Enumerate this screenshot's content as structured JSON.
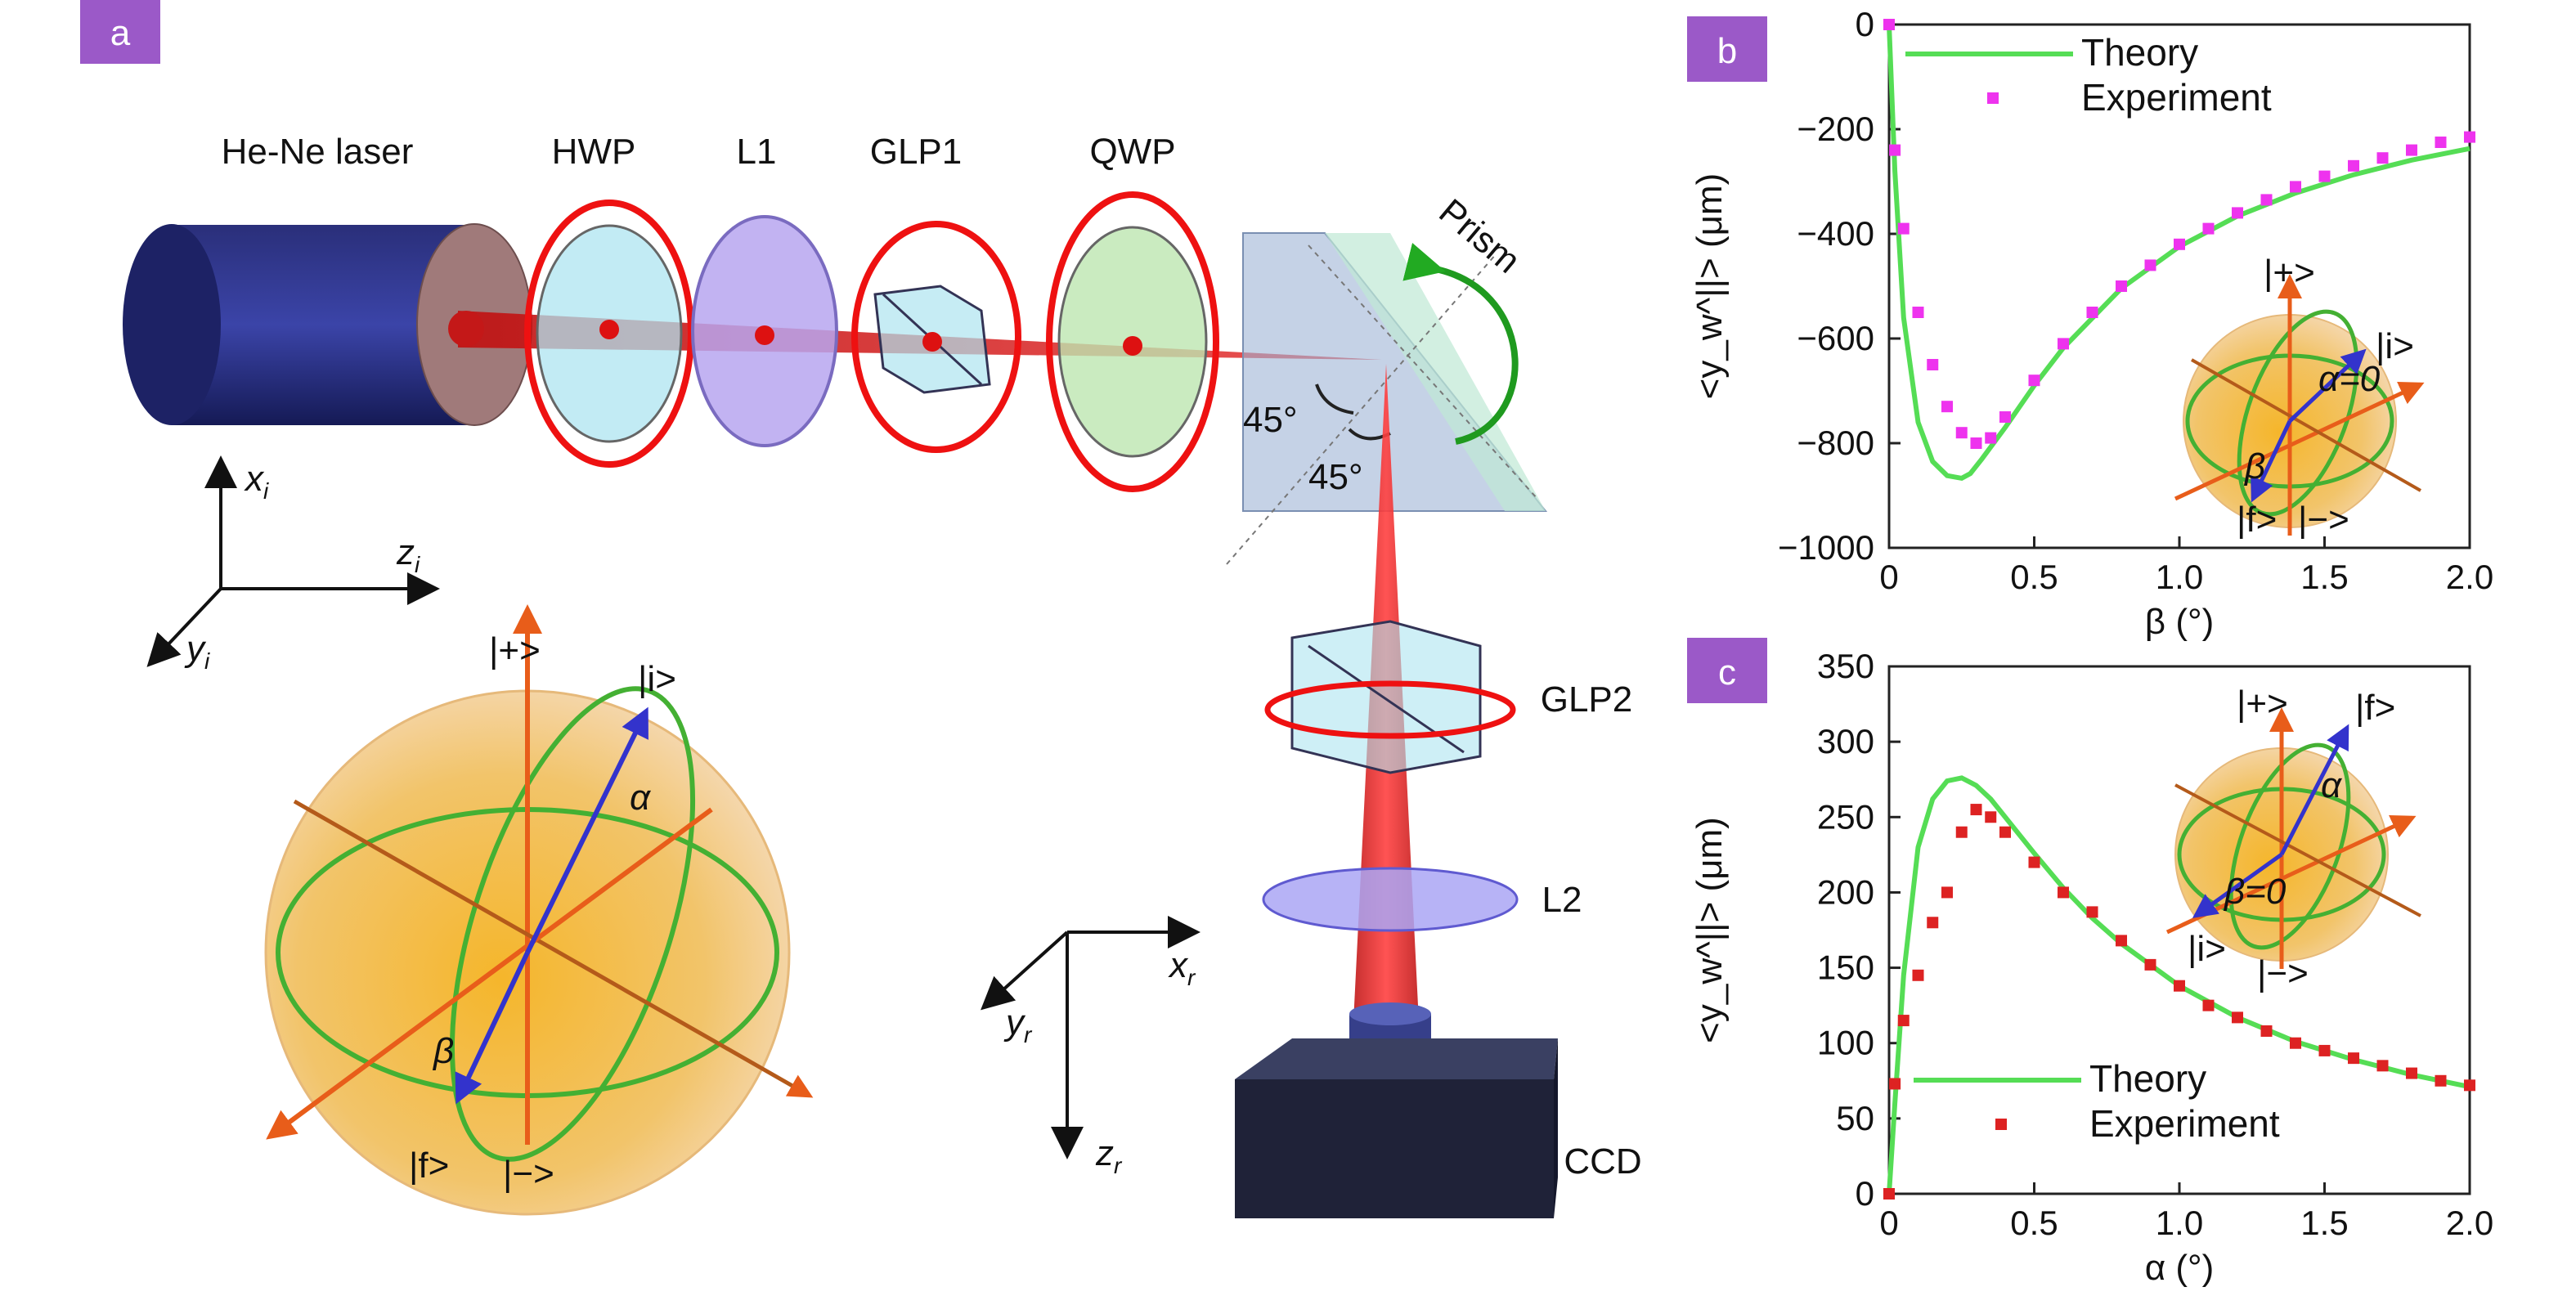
{
  "panel_a": {
    "badge": "a",
    "components": {
      "laser": "He-Ne laser",
      "hwp": "HWP",
      "l1": "L1",
      "glp1": "GLP1",
      "qwp": "QWP",
      "prism": "Prism",
      "glp2": "GLP2",
      "l2": "L2",
      "ccd": "CCD"
    },
    "angles": {
      "a1": "45°",
      "a2": "45°"
    },
    "incident_axes": {
      "x": "x",
      "x_sub": "i",
      "y": "y",
      "y_sub": "i",
      "z": "z",
      "z_sub": "i"
    },
    "reflected_axes": {
      "x": "x",
      "x_sub": "r",
      "y": "y",
      "y_sub": "r",
      "z": "z",
      "z_sub": "r"
    },
    "sphere": {
      "plus": "|+>",
      "minus": "|−>",
      "i": "|i>",
      "f": "|f>",
      "alpha": "α",
      "beta": "β"
    }
  },
  "chart_data": [
    {
      "id": "b",
      "type": "line",
      "badge": "b",
      "xlabel": "β (°)",
      "ylabel": "<y_w^||> (μm)",
      "xlim": [
        0,
        2.0
      ],
      "ylim": [
        -1000,
        0
      ],
      "xticks": [
        "0",
        "0.5",
        "1.0",
        "1.5",
        "2.0"
      ],
      "yticks": [
        "0",
        "−200",
        "−400",
        "−600",
        "−800",
        "−1000"
      ],
      "legend": [
        "Theory",
        "Experiment"
      ],
      "legend_position": "top-right",
      "series": [
        {
          "name": "Theory",
          "style": "line",
          "color": "#55dd55",
          "x": [
            0.0,
            0.02,
            0.05,
            0.1,
            0.15,
            0.2,
            0.25,
            0.28,
            0.32,
            0.4,
            0.5,
            0.6,
            0.8,
            1.0,
            1.2,
            1.4,
            1.6,
            1.8,
            2.0
          ],
          "y": [
            0,
            -280,
            -560,
            -760,
            -835,
            -862,
            -867,
            -858,
            -830,
            -770,
            -690,
            -618,
            -504,
            -424,
            -366,
            -322,
            -287,
            -259,
            -237
          ]
        },
        {
          "name": "Experiment",
          "style": "markers",
          "color": "#ee33ee",
          "x": [
            0.0,
            0.02,
            0.05,
            0.1,
            0.15,
            0.2,
            0.25,
            0.3,
            0.35,
            0.4,
            0.5,
            0.6,
            0.7,
            0.8,
            0.9,
            1.0,
            1.1,
            1.2,
            1.3,
            1.4,
            1.5,
            1.6,
            1.7,
            1.8,
            1.9,
            2.0
          ],
          "y": [
            0,
            -240,
            -390,
            -550,
            -650,
            -730,
            -780,
            -800,
            -790,
            -750,
            -680,
            -610,
            -550,
            -500,
            -460,
            -420,
            -390,
            -360,
            -335,
            -310,
            -290,
            -270,
            -255,
            -240,
            -225,
            -215
          ]
        }
      ]
    },
    {
      "id": "c",
      "type": "line",
      "badge": "c",
      "xlabel": "α (°)",
      "ylabel": "<y_w^||> (μm)",
      "xlim": [
        0,
        2.0
      ],
      "ylim": [
        0,
        350
      ],
      "xticks": [
        "0",
        "0.5",
        "1.0",
        "1.5",
        "2.0"
      ],
      "yticks": [
        "0",
        "50",
        "100",
        "150",
        "200",
        "250",
        "300",
        "350"
      ],
      "legend": [
        "Theory",
        "Experiment"
      ],
      "legend_position": "bottom-left",
      "series": [
        {
          "name": "Theory",
          "style": "line",
          "color": "#55dd55",
          "x": [
            0.0,
            0.02,
            0.05,
            0.1,
            0.15,
            0.2,
            0.25,
            0.3,
            0.35,
            0.4,
            0.5,
            0.6,
            0.7,
            0.8,
            1.0,
            1.2,
            1.4,
            1.6,
            1.8,
            2.0
          ],
          "y": [
            0,
            60,
            145,
            230,
            262,
            274,
            276,
            271,
            262,
            250,
            226,
            203,
            183,
            166,
            138,
            117,
            101,
            89,
            79,
            71
          ]
        },
        {
          "name": "Experiment",
          "style": "markers",
          "color": "#dd2222",
          "x": [
            0.0,
            0.02,
            0.05,
            0.1,
            0.15,
            0.2,
            0.25,
            0.3,
            0.35,
            0.4,
            0.5,
            0.6,
            0.7,
            0.8,
            0.9,
            1.0,
            1.1,
            1.2,
            1.3,
            1.4,
            1.5,
            1.6,
            1.7,
            1.8,
            1.9,
            2.0
          ],
          "y": [
            0,
            73,
            115,
            145,
            180,
            200,
            240,
            255,
            250,
            240,
            220,
            200,
            187,
            168,
            152,
            138,
            125,
            117,
            108,
            100,
            95,
            90,
            85,
            80,
            75,
            72
          ]
        }
      ]
    }
  ]
}
